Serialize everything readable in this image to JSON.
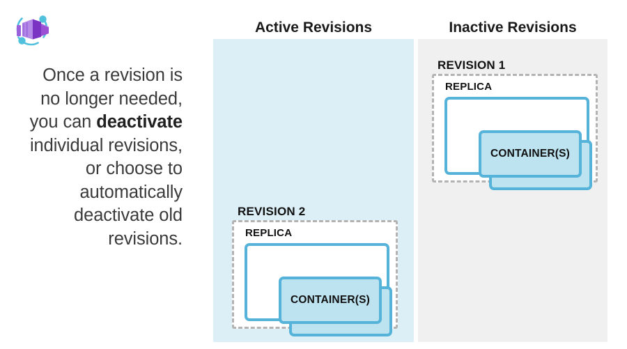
{
  "brand": {
    "icon_name": "azure-container-apps-icon",
    "cube_color": "#9b4fd4",
    "cube_color_light": "#b07ae0",
    "arc_color": "#50c0dd"
  },
  "description": {
    "line_1": "Once a revision is",
    "line_2": "no longer needed,",
    "line_3_prefix": "you can ",
    "line_3_bold": "deactivate",
    "line_4": "individual revisions,",
    "line_5": "or choose to",
    "line_6": "automatically",
    "line_7": "deactivate old",
    "line_8": "revisions."
  },
  "columns": {
    "active": {
      "heading": "Active Revisions",
      "panel_color": "#dceef6"
    },
    "inactive": {
      "heading": "Inactive Revisions",
      "panel_color": "#f0f0f0"
    }
  },
  "revisions": [
    {
      "id": "revision-1",
      "label": "REVISION 1",
      "column": "inactive",
      "replica_label": "REPLICA",
      "container_label": "CONTAINER(S)",
      "container_count": 2
    },
    {
      "id": "revision-2",
      "label": "REVISION 2",
      "column": "active",
      "replica_label": "REPLICA",
      "container_label": "CONTAINER(S)",
      "container_count": 2
    }
  ],
  "colors": {
    "container_fill": "#bde2f0",
    "container_border": "#55b3d9",
    "replica_border": "#55b3d9",
    "revision_dashed_border": "#b3b3b3",
    "text": "#3a3a3a",
    "heading": "#1a1a1a"
  }
}
